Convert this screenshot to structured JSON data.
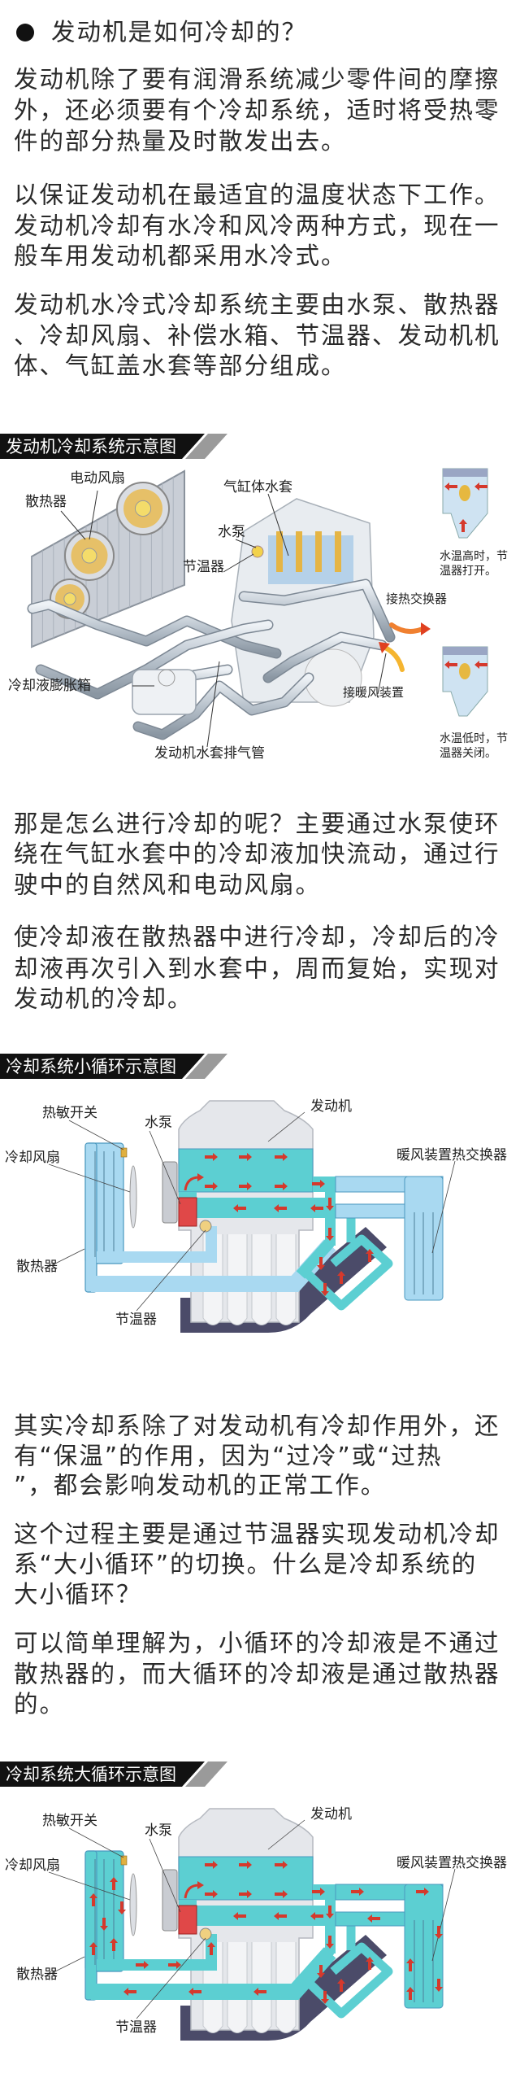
{
  "section1": {
    "heading": "发动机是如何冷却的？",
    "paragraphs": [
      [
        "发动机除了要有润滑系统减少零件间的摩擦",
        "外，还必须要有个冷却系统，适时将受热零",
        "件的部分热量及时散发出去。"
      ],
      [
        "以保证发动机在最适宜的温度状态下工作。",
        "发动机冷却有水冷和风冷两种方式，现在一",
        "般车用发动机都采用水冷式。"
      ],
      [
        "发动机水冷式冷却系统主要由水泵、散热器",
        "、冷却风扇、补偿水箱、节温器、发动机机",
        "体、气缸盖水套等部分组成。"
      ]
    ]
  },
  "figure1": {
    "title": "发动机冷却系统示意图",
    "labels": {
      "fan": "电动风扇",
      "radiator": "散热器",
      "block_jacket": "气缸体水套",
      "pump": "水泵",
      "thermostat": "节温器",
      "heat_exchanger": "接热交换器",
      "expansion_tank": "冷却液膨胀箱",
      "heater": "接暖风装置",
      "vent_pipe": "发动机水套排气管"
    },
    "note_open": [
      "水温高时，节",
      "温器打开。"
    ],
    "note_closed": [
      "水温低时，节",
      "温器关闭。"
    ]
  },
  "section2": {
    "paragraphs": [
      [
        "那是怎么进行冷却的呢？主要通过水泵使环",
        "绕在气缸水套中的冷却液加快流动，通过行",
        "驶中的自然风和电动风扇。"
      ],
      [
        "使冷却液在散热器中进行冷却，冷却后的冷",
        "却液再次引入到水套中，周而复始，实现对",
        "发动机的冷却。"
      ]
    ]
  },
  "figure2": {
    "title": "冷却系统小循环示意图",
    "labels": {
      "switch": "热敏开关",
      "pump": "水泵",
      "engine": "发动机",
      "fan": "冷却风扇",
      "heater_exchanger": "暖风装置热交换器",
      "radiator": "散热器",
      "thermostat": "节温器"
    }
  },
  "section3": {
    "paragraphs": [
      [
        "其实冷却系除了对发动机有冷却作用外，还",
        "有“保温”的作用，因为“过冷”或“过热",
        "”，都会影响发动机的正常工作。"
      ],
      [
        "这个过程主要是通过节温器实现发动机冷却",
        "系“大小循环”的切换。什么是冷却系统的",
        "大小循环？"
      ],
      [
        "可以简单理解为，小循环的冷却液是不通过",
        "散热器的，而大循环的冷却液是通过散热器",
        "的。"
      ]
    ]
  },
  "figure3": {
    "title": "冷却系统大循环示意图",
    "labels": {
      "switch": "热敏开关",
      "pump": "水泵",
      "engine": "发动机",
      "fan": "冷却风扇",
      "heater_exchanger": "暖风装置热交换器",
      "radiator": "散热器",
      "thermostat": "节温器"
    }
  },
  "colors": {
    "coolant": "#5ccfd2",
    "pipe_idle": "#a9d9f1",
    "arrow": "#d5392c",
    "exhaust": "#4b4b69"
  }
}
